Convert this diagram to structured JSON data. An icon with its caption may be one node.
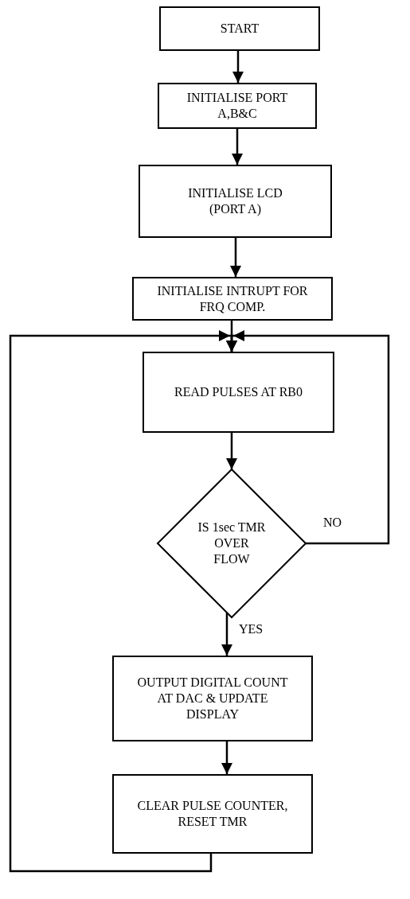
{
  "diagram": {
    "nodes": [
      {
        "text": [
          "START"
        ]
      },
      {
        "text": [
          "INITIALISE PORT A,B&C"
        ]
      },
      {
        "text": [
          "INITIALISE LCD (PORT A)"
        ]
      },
      {
        "text": [
          "INITIALISE INTRUPT FOR FRQ COMP."
        ]
      },
      {
        "text": [
          "READ PULSES AT RB0"
        ]
      },
      {
        "text": [
          "IS 1sec TMR OVER FLOW"
        ]
      },
      {
        "text": [
          "OUTPUT DIGITAL COUNT AT DAC & UPDATE DISPLAY"
        ]
      },
      {
        "text": [
          "CLEAR PULSE COUNTER, RESET TMR"
        ]
      }
    ],
    "edges": [
      {
        "from": 0,
        "to": 1,
        "arrow": "to"
      },
      {
        "from": 1,
        "to": 2,
        "arrow": "to"
      },
      {
        "from": 2,
        "to": 3,
        "arrow": "to"
      },
      {
        "from": 3,
        "to": 4,
        "arrow": "to"
      },
      {
        "from": 4,
        "to": 5,
        "arrow": "to"
      },
      {
        "from": 5,
        "to": 6,
        "label": "YES",
        "arrow": "to"
      },
      {
        "from": 6,
        "to": 7,
        "arrow": "to"
      },
      {
        "from": 7,
        "to": 4,
        "arrow": "to"
      },
      {
        "from": 5,
        "to": 4,
        "label": "NO",
        "arrow": "to"
      }
    ]
  }
}
